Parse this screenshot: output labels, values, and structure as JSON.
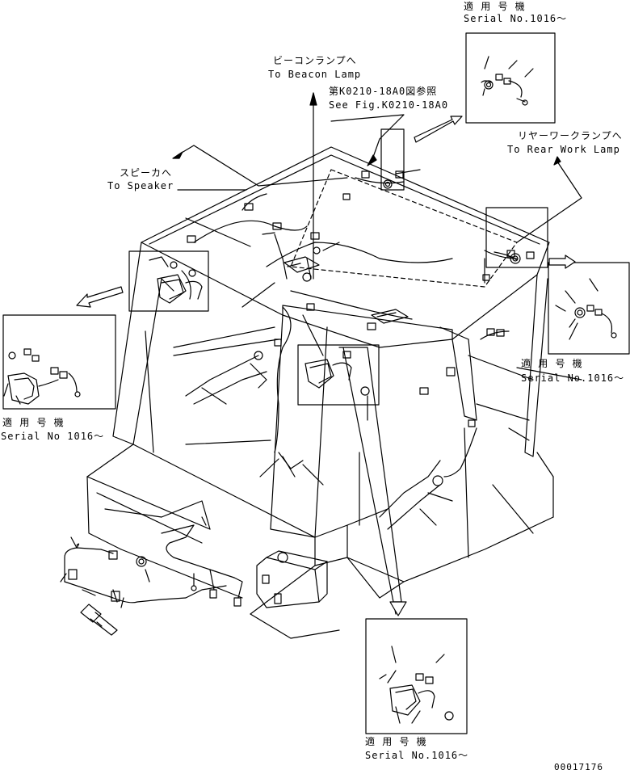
{
  "colors": {
    "ink": "#000000",
    "paper": "#ffffff"
  },
  "labels": {
    "serial_top_jp": "適 用 号 機",
    "serial_top_en": "Serial No.1016～",
    "beacon_jp": "ビーコンランプへ",
    "beacon_en": "To Beacon Lamp",
    "fig_ref_jp": "第K0210-18A0図参照",
    "fig_ref_en": "See Fig.K0210-18A0",
    "speaker_jp": "スピーカへ",
    "speaker_en": "To Speaker",
    "rear_lamp_jp": "リヤーワークランプへ",
    "rear_lamp_en": "To Rear Work Lamp",
    "serial_right_jp": "適 用 号 機",
    "serial_right_en": "Serial No.1016～",
    "serial_left_jp": "適 用 号 機",
    "serial_left_en": "Serial No 1016～",
    "serial_bottom_jp": "適 用 号 機",
    "serial_bottom_en": "Serial No.1016～",
    "drawing_number": "00017176"
  }
}
